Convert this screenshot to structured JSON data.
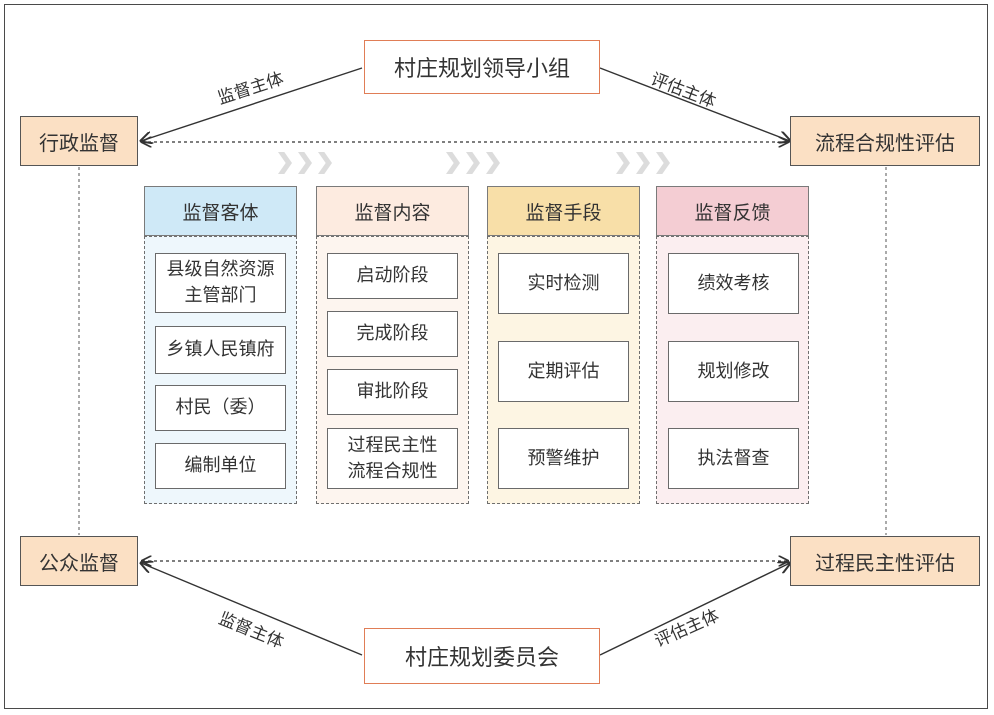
{
  "title_top": "村庄规划领导小组",
  "title_bottom": "村庄规划委员会",
  "corners": {
    "top_left": "行政监督",
    "top_right": "流程合规性评估",
    "bottom_left": "公众监督",
    "bottom_right": "过程民主性评估"
  },
  "edge_labels": {
    "top_left": "监督主体",
    "top_right": "评估主体",
    "bottom_left": "监督主体",
    "bottom_right": "评估主体"
  },
  "columns": [
    {
      "header": "监督客体",
      "header_color": "#cfe9f7",
      "panel_color": "#eef7fc",
      "items": [
        "县级自然资源\n主管部门",
        "乡镇人民镇府",
        "村民（委）",
        "编制单位"
      ]
    },
    {
      "header": "监督内容",
      "header_color": "#fdebe0",
      "panel_color": "#fdf5ef",
      "items": [
        "启动阶段",
        "完成阶段",
        "审批阶段",
        "过程民主性\n流程合规性"
      ]
    },
    {
      "header": "监督手段",
      "header_color": "#f8dfa8",
      "panel_color": "#fdf5e3",
      "items": [
        "实时检测",
        "定期评估",
        "预警维护"
      ]
    },
    {
      "header": "监督反馈",
      "header_color": "#f4cdd3",
      "panel_color": "#fbeef0",
      "items": [
        "绩效考核",
        "规划修改",
        "执法督查"
      ]
    }
  ]
}
